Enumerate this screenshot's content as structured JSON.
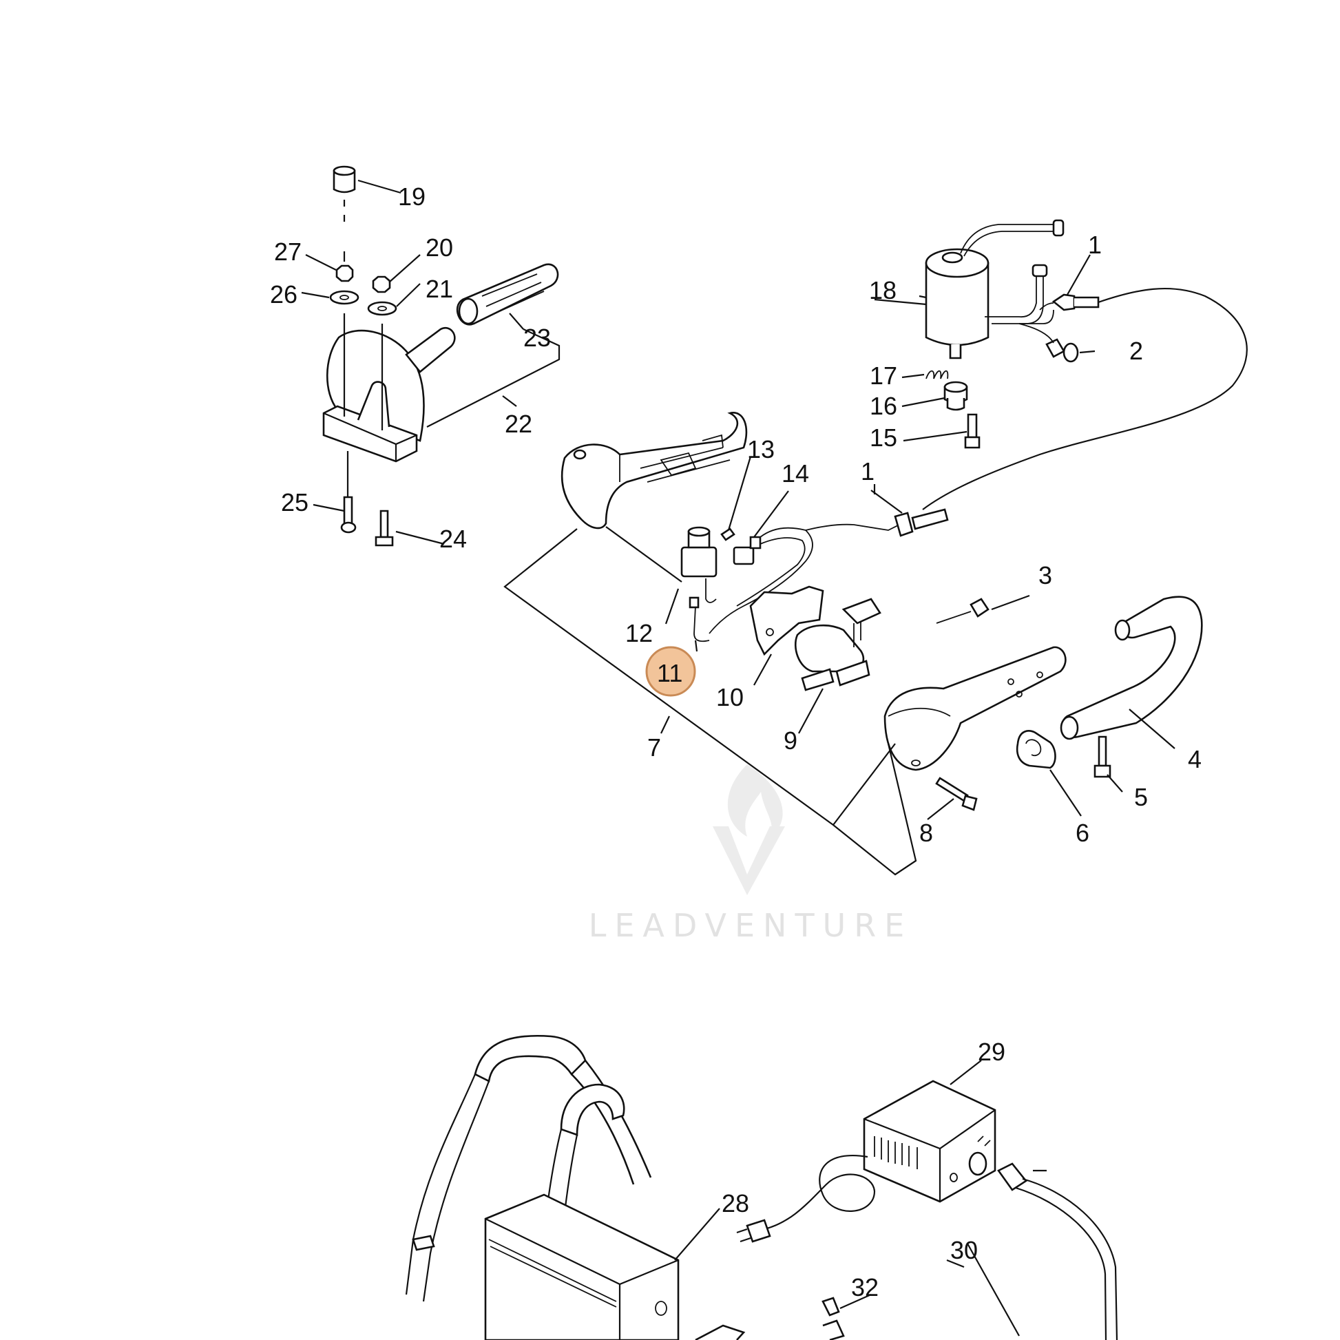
{
  "watermark": {
    "text": "LEADVENTURE",
    "icon": "flame-v-logo-icon",
    "color": "#e2e2e2"
  },
  "highlight": {
    "part": "11",
    "color": "#f2c49a",
    "border_color": "#c98a55"
  },
  "callouts": {
    "p1a": "1",
    "p1b": "1",
    "p2": "2",
    "p3": "3",
    "p4": "4",
    "p5": "5",
    "p6": "6",
    "p7": "7",
    "p8": "8",
    "p9": "9",
    "p10": "10",
    "p11": "11",
    "p12": "12",
    "p13": "13",
    "p14": "14",
    "p15": "15",
    "p16": "16",
    "p17": "17",
    "p18": "18",
    "p19": "19",
    "p20": "20",
    "p21": "21",
    "p22": "22",
    "p23": "23",
    "p24": "24",
    "p25": "25",
    "p26": "26",
    "p27": "27",
    "p28": "28",
    "p29": "29",
    "p30": "30",
    "p32": "32"
  }
}
